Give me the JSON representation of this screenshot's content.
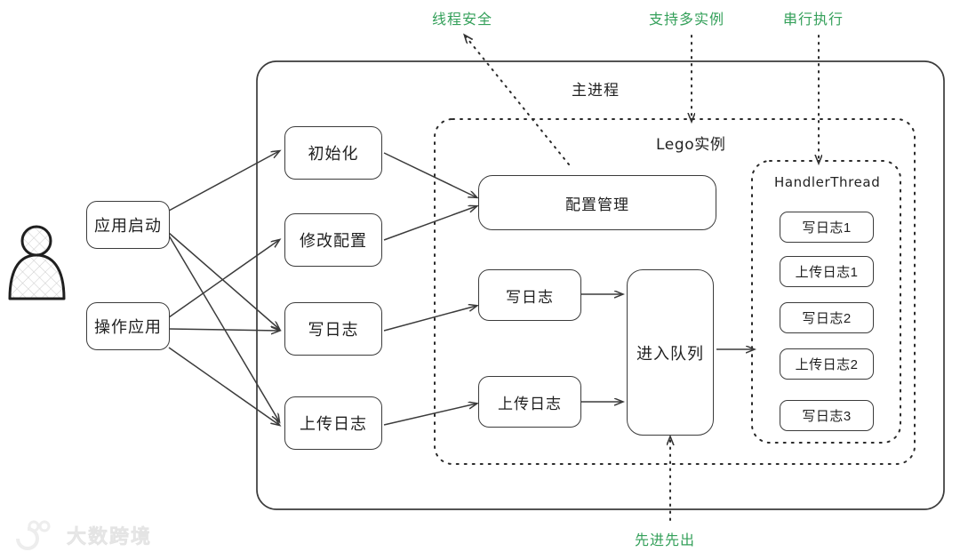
{
  "diagram": {
    "annotations": [
      {
        "id": "thread-safe",
        "label": "线程安全"
      },
      {
        "id": "multi-instance",
        "label": "支持多实例"
      },
      {
        "id": "serial-exec",
        "label": "串行执行"
      },
      {
        "id": "fifo",
        "label": "先进先出"
      }
    ],
    "groups": {
      "main_process": "主进程",
      "lego_instance": "Lego实例",
      "handler_thread": "HandlerThread"
    },
    "actor": {
      "name": "user-actor"
    },
    "triggers": [
      {
        "id": "app-start",
        "label": "应用启动"
      },
      {
        "id": "operate-app",
        "label": "操作应用"
      }
    ],
    "actions": [
      {
        "id": "init",
        "label": "初始化"
      },
      {
        "id": "modify-config",
        "label": "修改配置"
      },
      {
        "id": "write-log",
        "label": "写日志"
      },
      {
        "id": "upload-log",
        "label": "上传日志"
      }
    ],
    "lego": {
      "config_manager": "配置管理",
      "write_log": "写日志",
      "upload_log": "上传日志",
      "queue": "进入队列"
    },
    "handler_tasks": [
      {
        "id": "write-log-1",
        "label": "写日志1"
      },
      {
        "id": "upload-log-1",
        "label": "上传日志1"
      },
      {
        "id": "write-log-2",
        "label": "写日志2"
      },
      {
        "id": "upload-log-2",
        "label": "上传日志2"
      },
      {
        "id": "write-log-3",
        "label": "写日志3"
      }
    ],
    "watermark": "大数跨境",
    "colors": {
      "annotation_green": "#34a05a",
      "stroke": "#3b3b3b",
      "background": "#ffffff"
    }
  }
}
